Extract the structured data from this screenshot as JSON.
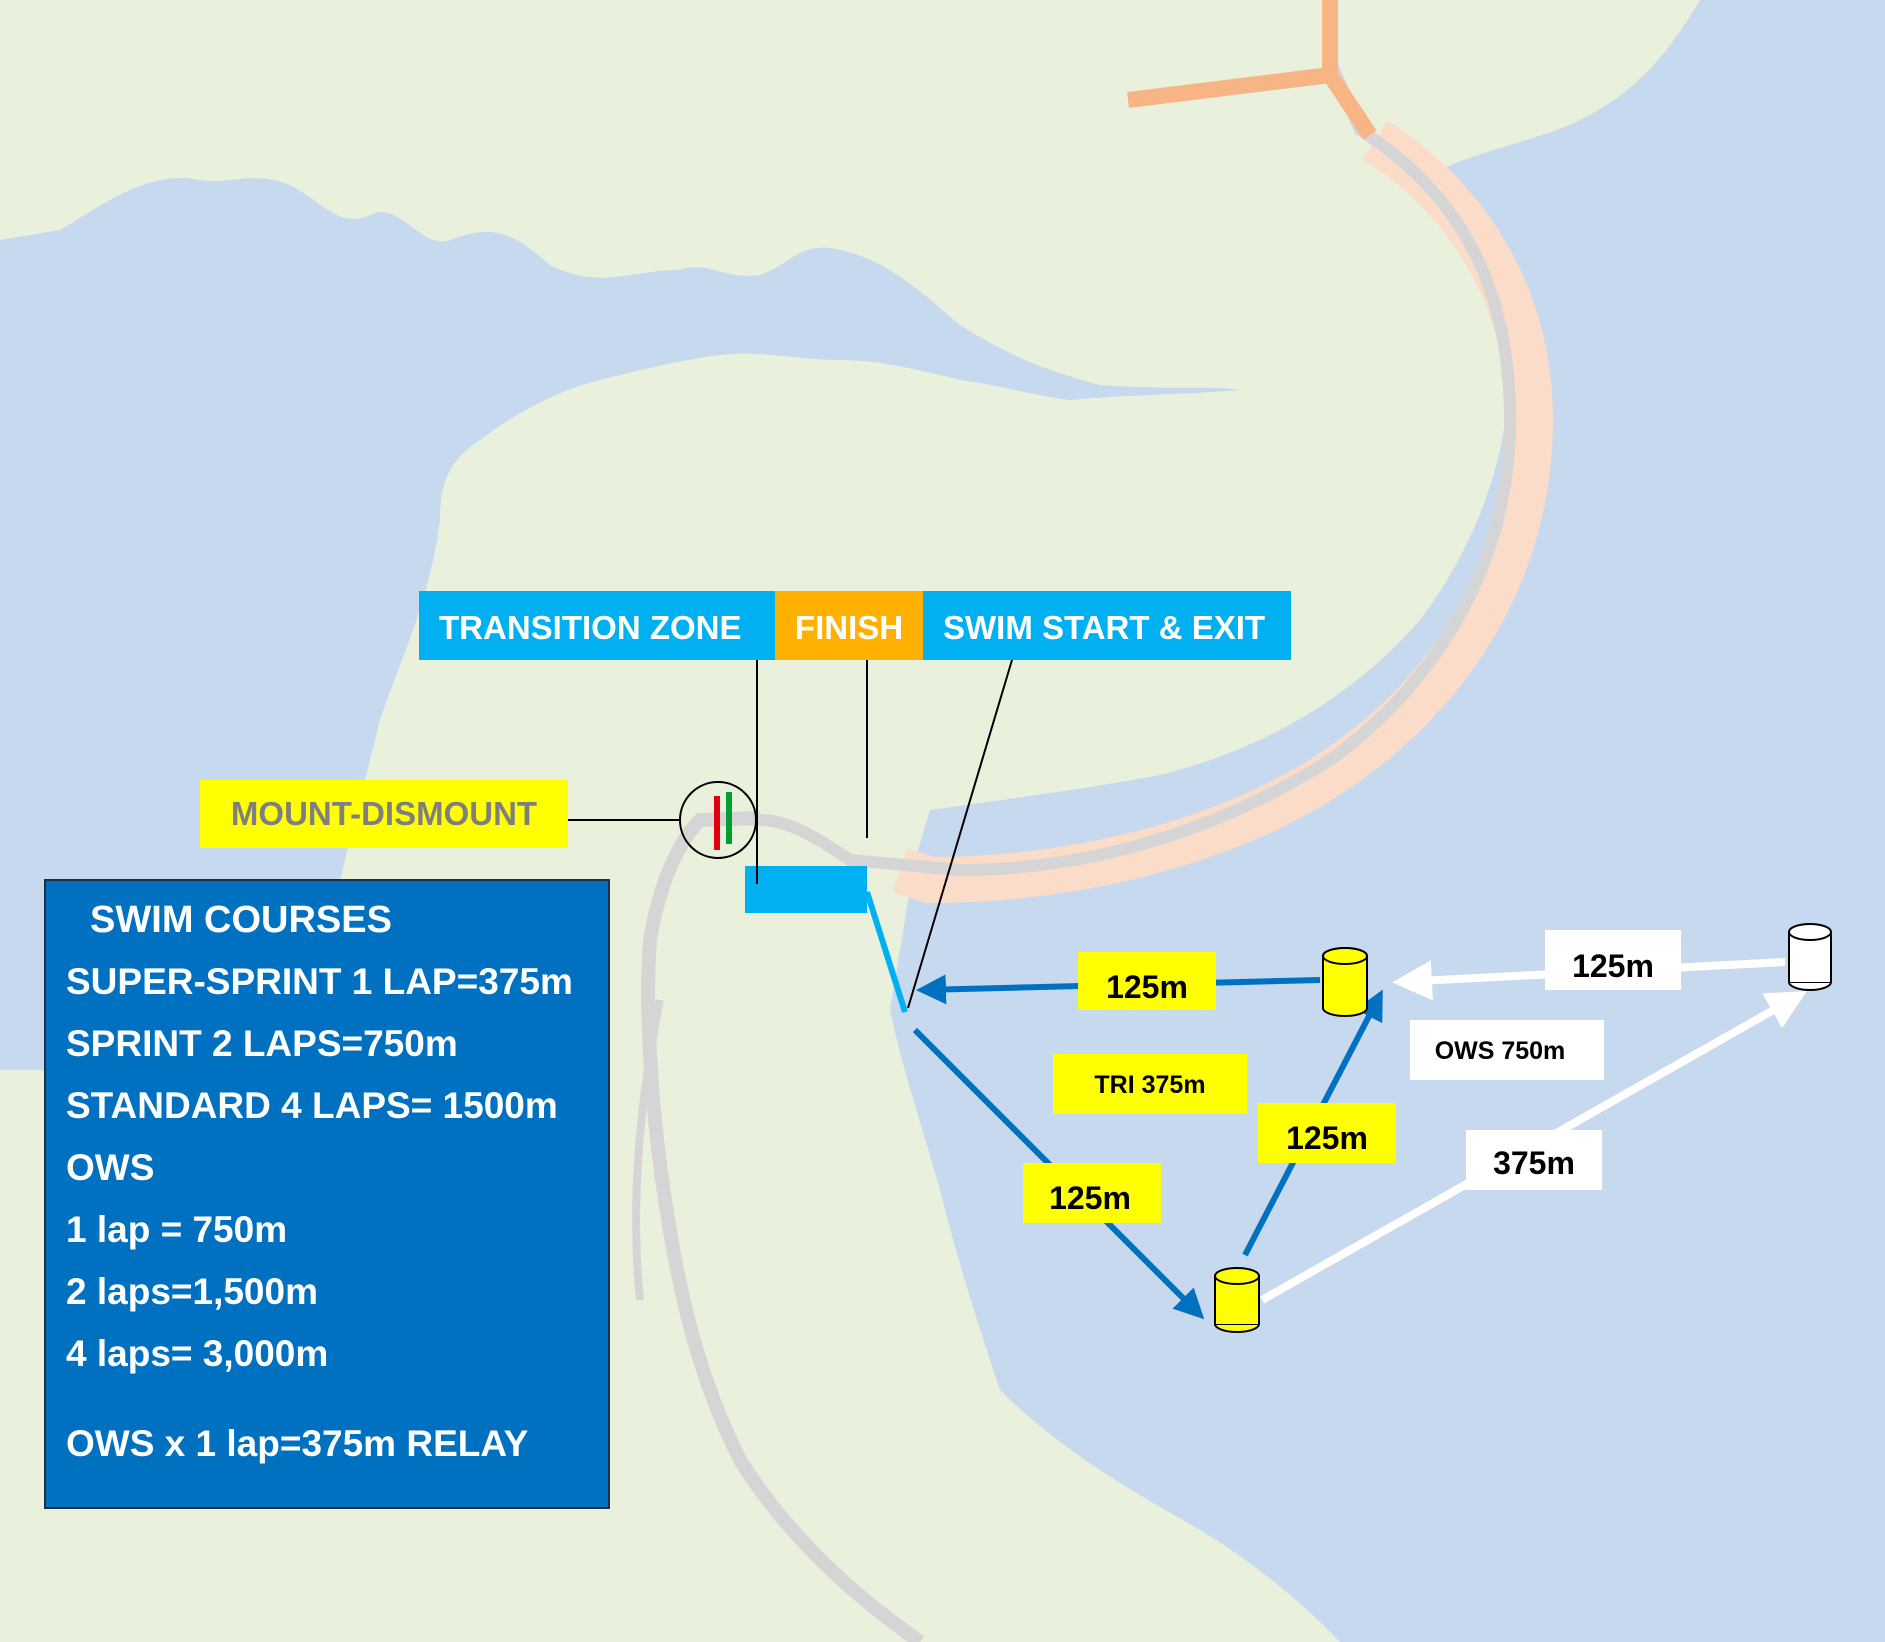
{
  "banner": {
    "transition_zone": "TRANSITION ZONE",
    "finish": "FINISH",
    "swim_start_exit": "SWIM START & EXIT"
  },
  "mount_dismount": "MOUNT-DISMOUNT",
  "swim_courses": {
    "title": "SWIM COURSES",
    "lines": [
      "SUPER-SPRINT 1 LAP=375m",
      "SPRINT 2 LAPS=750m",
      "STANDARD 4 LAPS= 1500m",
      "OWS",
      "1 lap = 750m",
      "2 laps=1,500m",
      "4 laps= 3,000m",
      "OWS x 1 lap=375m RELAY"
    ]
  },
  "distance_labels": {
    "leg_top_yellow": "125m",
    "leg_top_white": "125m",
    "leg_right_yellow": "125m",
    "leg_left_yellow": "125m",
    "leg_long_white": "375m",
    "tri_course": "TRI 375m",
    "ows_course": "OWS 750m"
  },
  "colors": {
    "water": "#c6d9ef",
    "land": "#e9f1dd",
    "path_gray": "#d5d5d5",
    "path_peach": "#fbdcc8",
    "path_orange": "#f7b485",
    "banner_blue": "#00b0f0",
    "banner_orange": "#ffb000",
    "label_yellow": "#ffff00",
    "course_blue": "#0070c0",
    "buoy_yellow": "#ffff00",
    "buoy_white": "#ffffff"
  }
}
